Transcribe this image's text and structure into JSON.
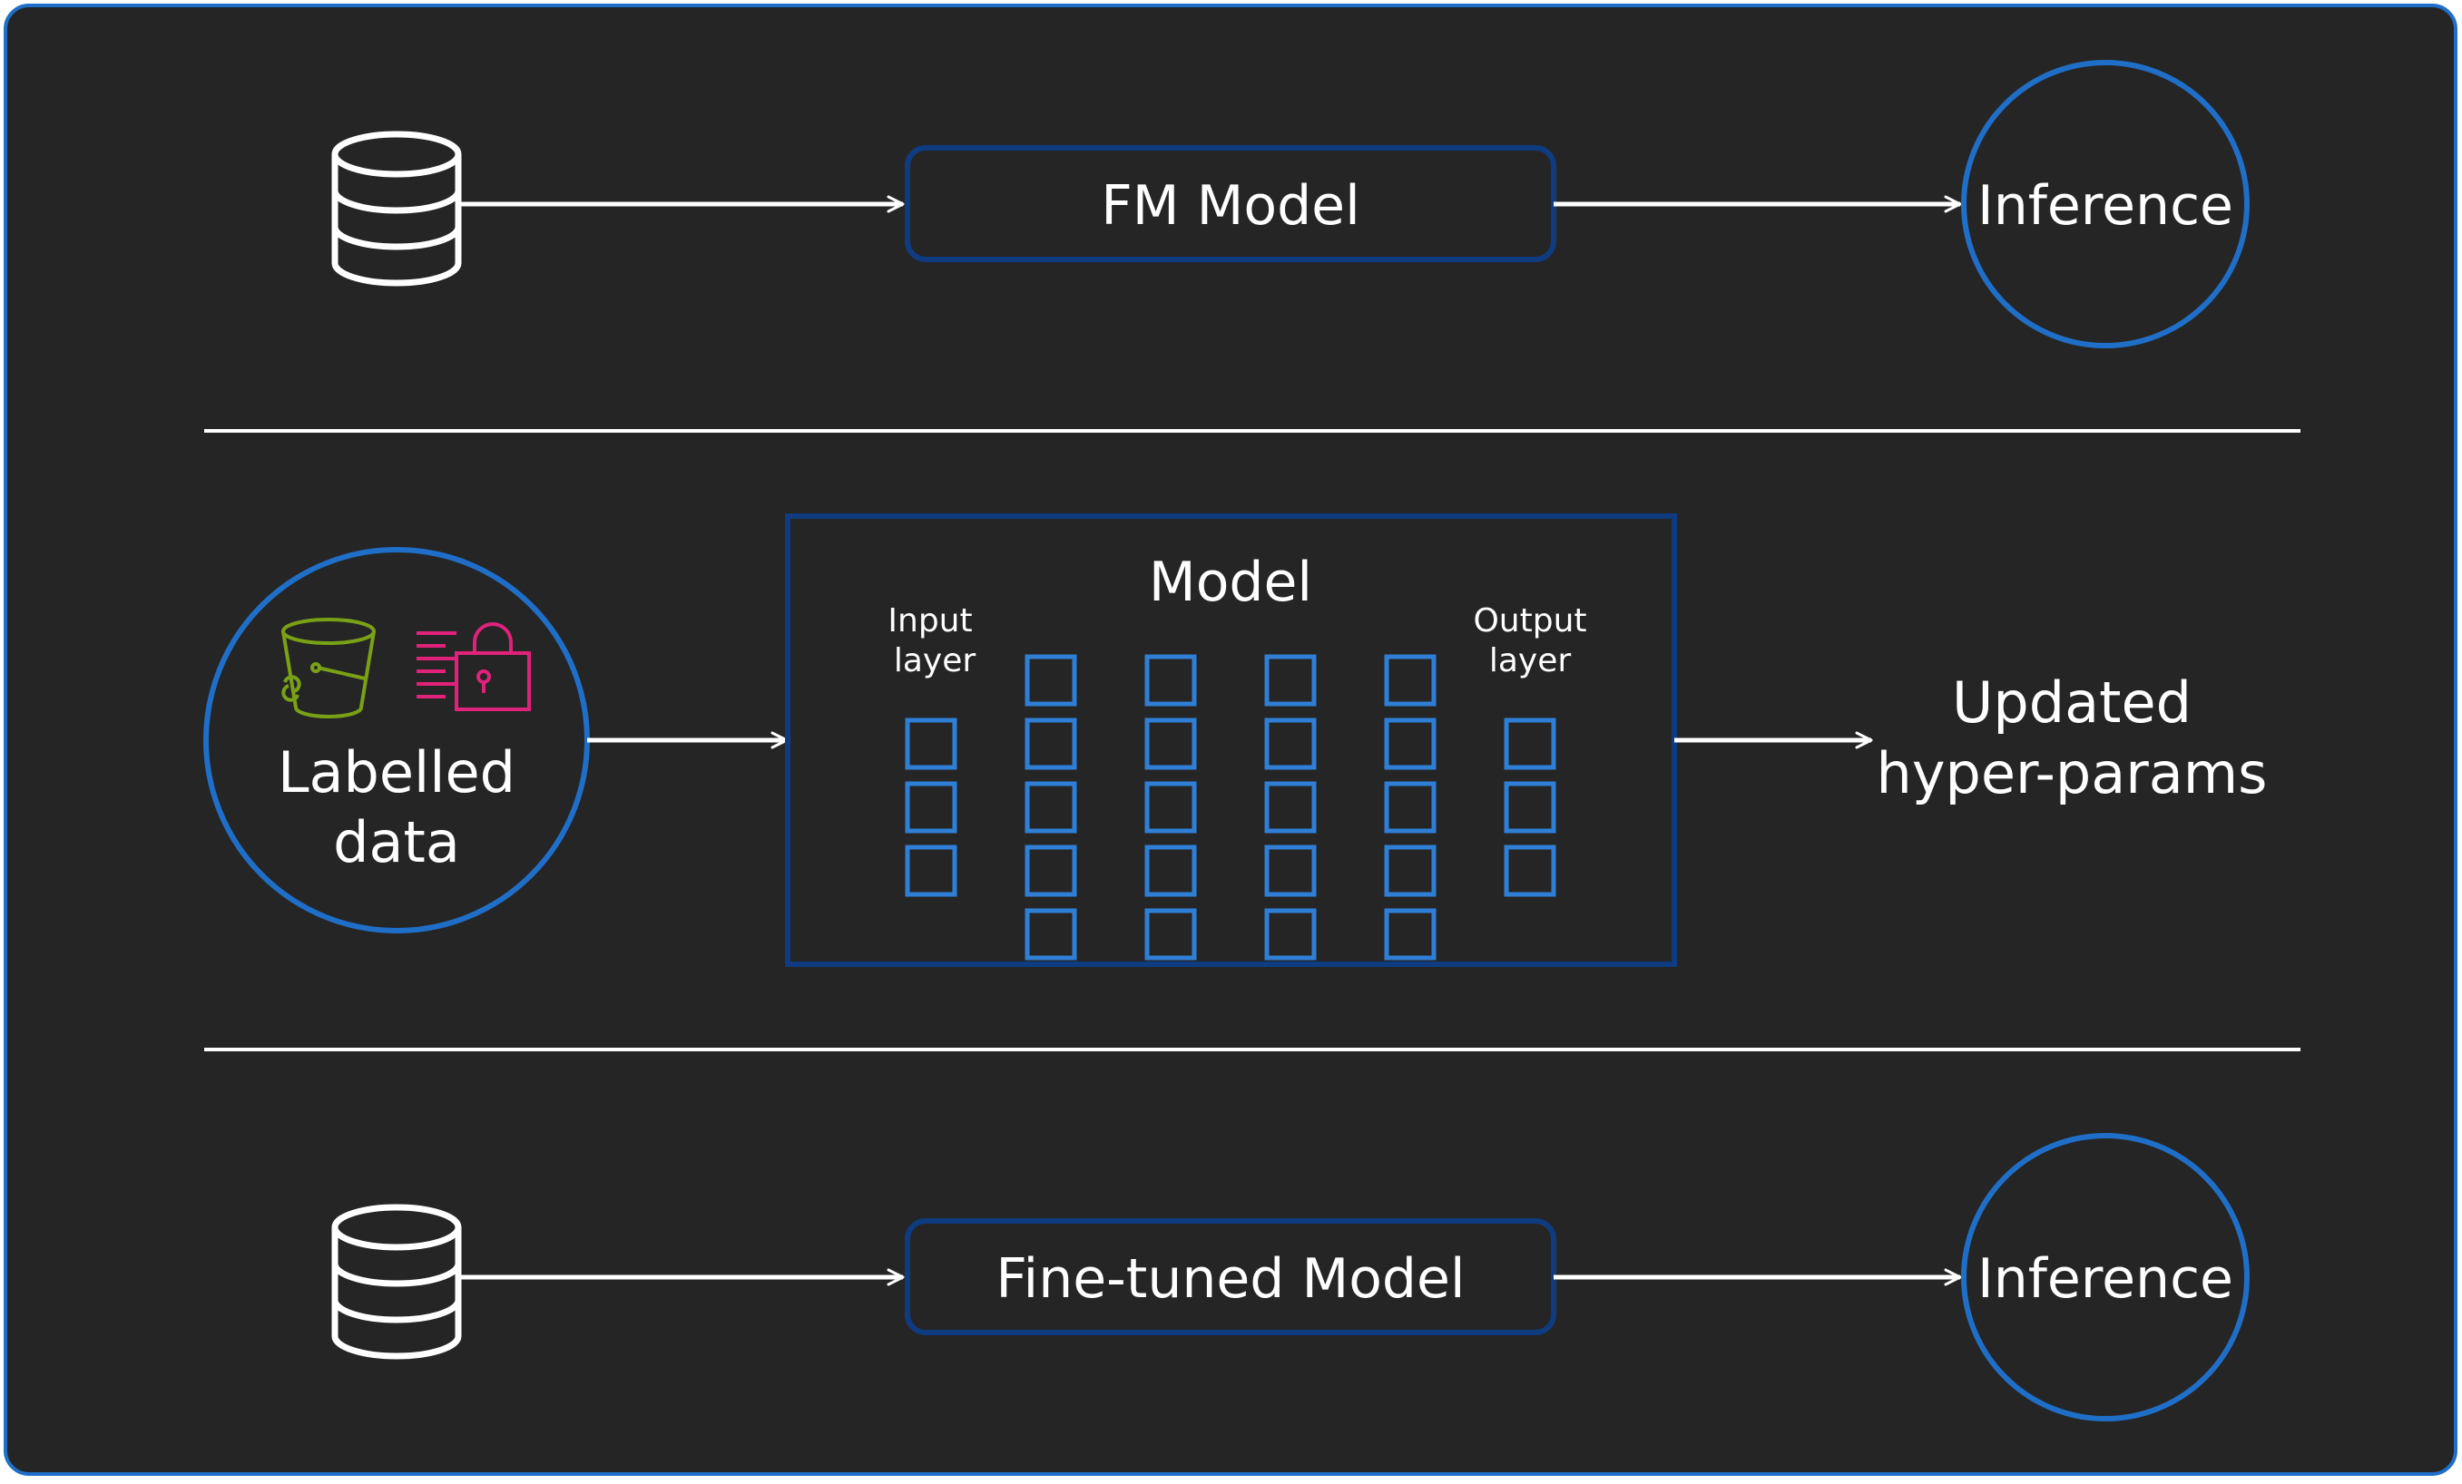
{
  "colors": {
    "background": "#252526",
    "frame": "#1f6fc8",
    "box_border": "#0f3c80",
    "circle_border": "#1f6fc8",
    "cell": "#2f7fd6",
    "bucket": "#7aa116",
    "lock": "#e0227a",
    "arrow": "#ffffff"
  },
  "top_row": {
    "source_icon": "database-icon",
    "model_label": "FM Model",
    "output_label": "Inference"
  },
  "middle_row": {
    "source_label_line1": "Labelled",
    "source_label_line2": "data",
    "source_icons": [
      "s3-bucket-icon",
      "lock-icon"
    ],
    "model_title": "Model",
    "input_layer_line1": "Input",
    "input_layer_line2": "layer",
    "output_layer_line1": "Output",
    "output_layer_line2": "layer",
    "layer_node_counts": [
      3,
      5,
      5,
      5,
      5,
      3
    ],
    "result_line1": "Updated",
    "result_line2": "hyper-params"
  },
  "bottom_row": {
    "source_icon": "database-icon",
    "model_label": "Fine-tuned Model",
    "output_label": "Inference"
  }
}
